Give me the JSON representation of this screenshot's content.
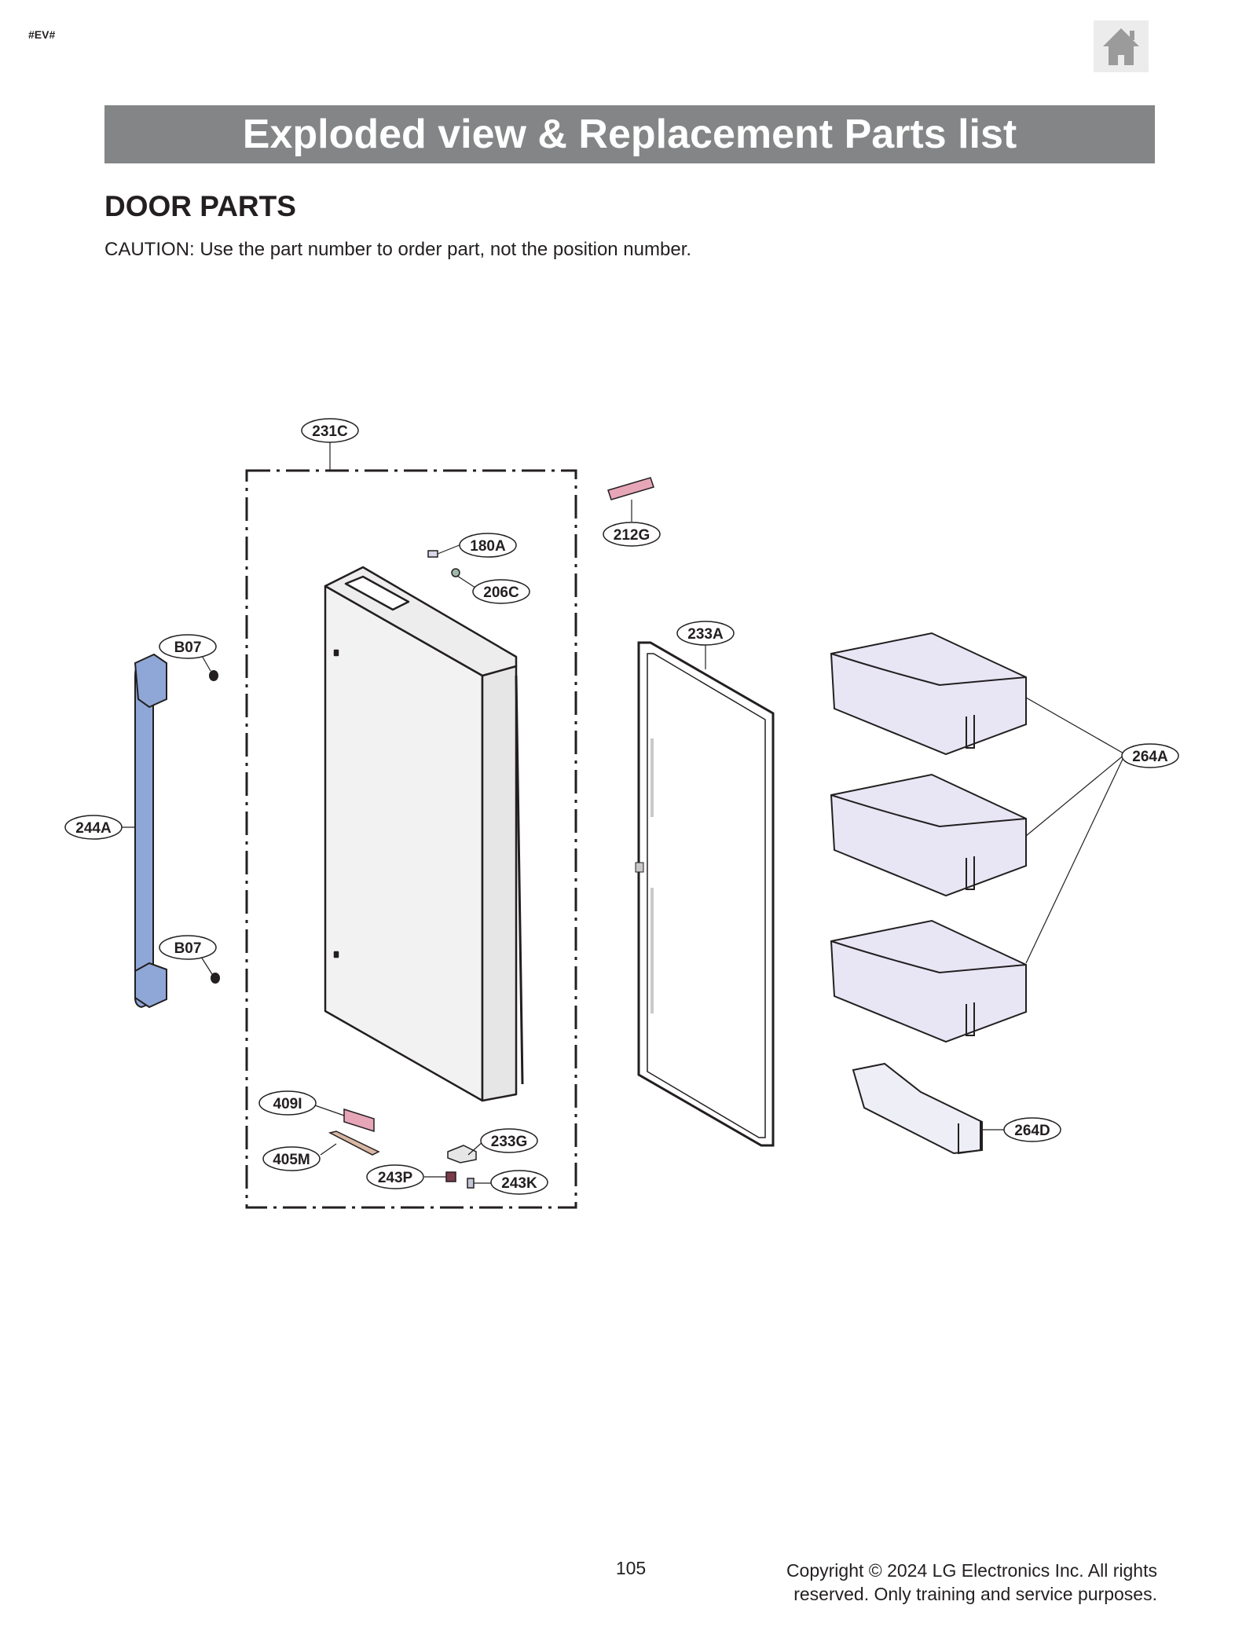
{
  "header": {
    "tag": "#EV#",
    "home_icon": "home-icon",
    "title": "Exploded view & Replacement Parts list"
  },
  "section": {
    "title": "DOOR PARTS",
    "caution": "CAUTION: Use the part number to order part, not the position number."
  },
  "diagram": {
    "callouts": {
      "c231C": "231C",
      "c212G": "212G",
      "c180A": "180A",
      "c206C": "206C",
      "c233A": "233A",
      "cB07a": "B07",
      "c264A": "264A",
      "c244A": "244A",
      "cB07b": "B07",
      "c409I": "409I",
      "c233G": "233G",
      "c405M": "405M",
      "c243P": "243P",
      "c243K": "243K",
      "c264D": "264D"
    },
    "colors": {
      "handle": "#8fa7d6",
      "bins": "#e8e6f5",
      "label_pink": "#e7a6b8",
      "door": "#f2f2f2",
      "title_bar": "#848586"
    }
  },
  "footer": {
    "page_number": "105",
    "copyright_line1": "Copyright © 2024 LG Electronics Inc. All rights",
    "copyright_line2": "reserved. Only training and service purposes."
  }
}
